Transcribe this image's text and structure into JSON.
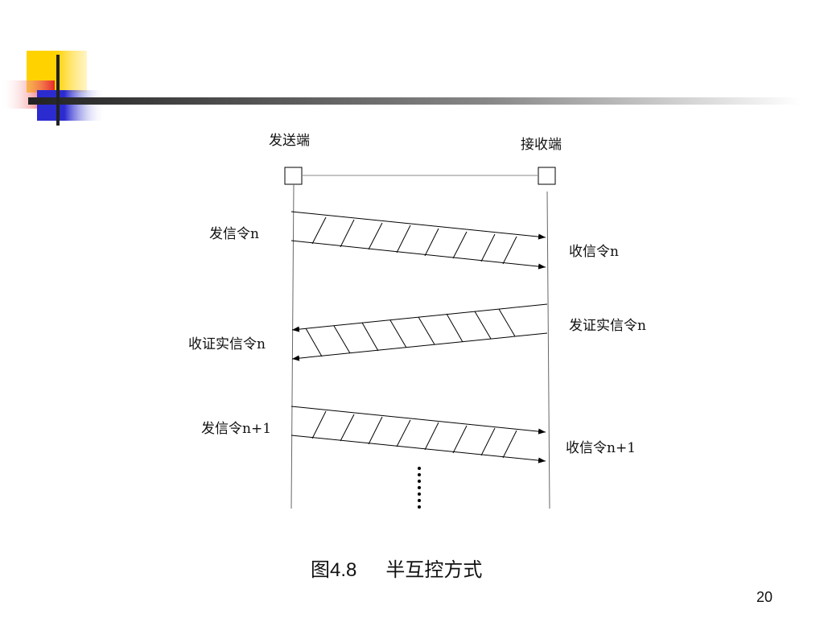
{
  "diagram": {
    "sender_title": "发送端",
    "receiver_title": "接收端",
    "messages": [
      {
        "left": "发信令n",
        "right": "收信令n",
        "direction": "send"
      },
      {
        "left": "收证实信令n",
        "right": "发证实信令n",
        "direction": "ack"
      },
      {
        "left": "发信令n+1",
        "right": "收信令n+1",
        "direction": "send"
      }
    ],
    "continuation": "……"
  },
  "caption": {
    "figure_number": "图4.8",
    "title": "半互控方式"
  },
  "page_number": "20",
  "colors": {
    "deco_yellow": "#FFD200",
    "deco_red": "#E8282C",
    "deco_blue": "#2B2BD0",
    "line": "#000000"
  }
}
